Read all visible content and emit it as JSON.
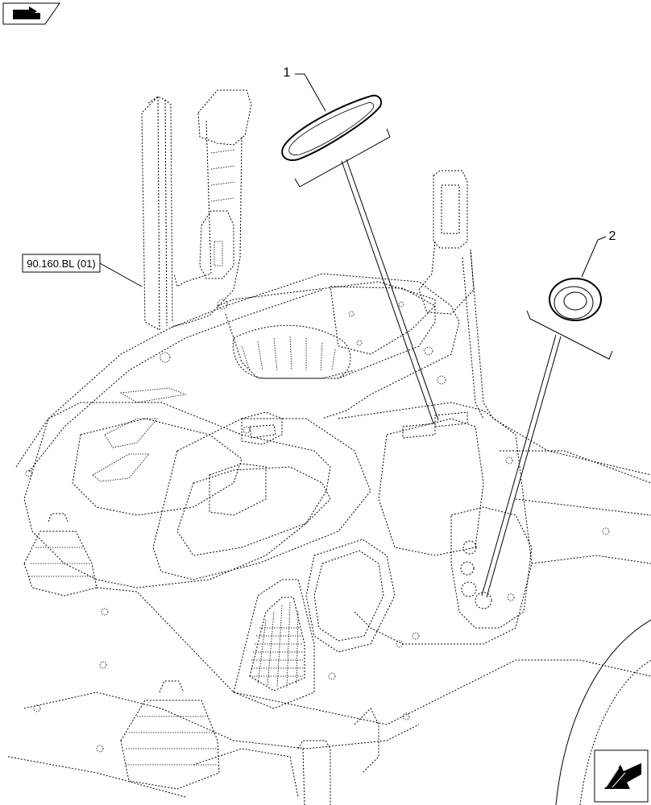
{
  "diagram": {
    "callouts": [
      {
        "label": "1"
      },
      {
        "label": "2"
      }
    ],
    "reference_box": {
      "label": "90.160.BL (01)"
    },
    "icons": {
      "top_left": "book-pointer-icon",
      "bottom_right": "next-page-arrow-icon"
    }
  }
}
